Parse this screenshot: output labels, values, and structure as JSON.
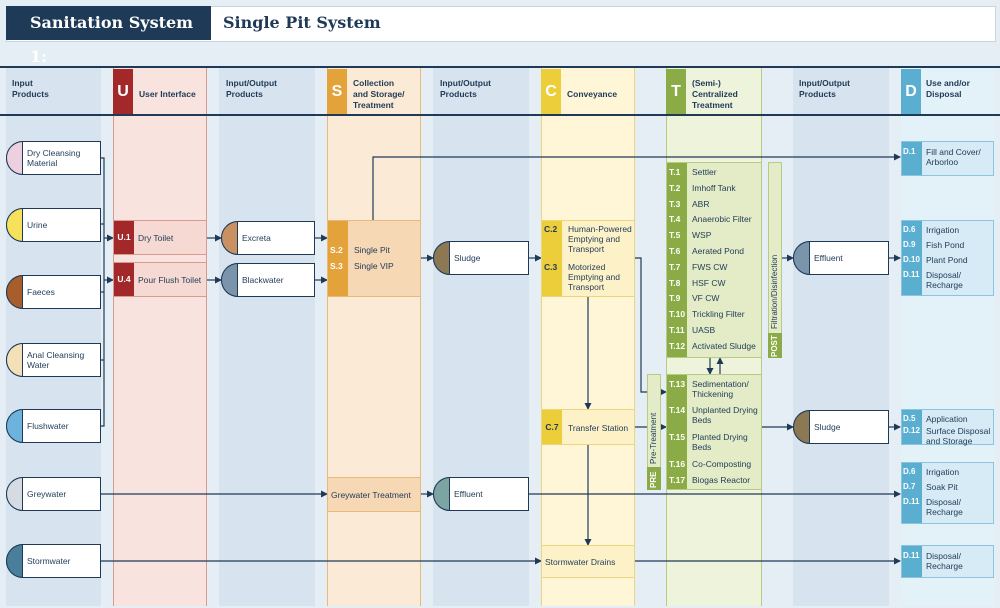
{
  "title": {
    "prefix": "Sanitation System 1:",
    "name": "Single Pit System"
  },
  "headers": {
    "input_products": [
      "Input",
      "Products"
    ],
    "u": {
      "letter": "U",
      "label": "User Interface"
    },
    "io1": [
      "Input/Output",
      "Products"
    ],
    "s": {
      "letter": "S",
      "label": [
        "Collection",
        "and Storage/",
        "Treatment"
      ]
    },
    "io2": [
      "Input/Output",
      "Products"
    ],
    "c": {
      "letter": "C",
      "label": "Conveyance"
    },
    "t": {
      "letter": "T",
      "label": [
        "(Semi-)",
        "Centralized",
        "Treatment"
      ]
    },
    "io3": [
      "Input/Output",
      "Products"
    ],
    "d": {
      "letter": "D",
      "label": [
        "Use and/or",
        "Disposal"
      ]
    }
  },
  "inputs": [
    {
      "label": [
        "Dry Cleansing",
        "Material"
      ],
      "color": "#ecd0e0"
    },
    {
      "label": [
        "Urine"
      ],
      "color": "#f5e25a"
    },
    {
      "label": [
        "Faeces"
      ],
      "color": "#a85e2a"
    },
    {
      "label": [
        "Anal Cleansing",
        "Water"
      ],
      "color": "#f3dfb8"
    },
    {
      "label": [
        "Flushwater"
      ],
      "color": "#6db3de"
    },
    {
      "label": [
        "Greywater"
      ],
      "color": "#d4dbe2"
    },
    {
      "label": [
        "Stormwater"
      ],
      "color": "#4a7f9c"
    }
  ],
  "user_interface": [
    {
      "code": "U.1",
      "label": "Dry Toilet"
    },
    {
      "code": "U.4",
      "label": "Pour Flush Toilet"
    }
  ],
  "products1": [
    {
      "label": "Excreta",
      "color": "#c99062"
    },
    {
      "label": "Blackwater",
      "color": "#7a95ab"
    }
  ],
  "storage": [
    {
      "code": "S.2",
      "label": "Single Pit"
    },
    {
      "code": "S.3",
      "label": "Single VIP"
    }
  ],
  "greywater_treatment": "Greywater Treatment",
  "products2": [
    {
      "label": "Sludge",
      "color": "#8c7853"
    },
    {
      "label": "Effluent",
      "color": "#7ba4a3"
    }
  ],
  "conveyance": [
    {
      "code": "C.2",
      "label": [
        "Human-Powered",
        "Emptying and",
        "Transport"
      ]
    },
    {
      "code": "C.3",
      "label": [
        "Motorized",
        "Emptying and",
        "Transport"
      ]
    }
  ],
  "transfer": {
    "code": "C.7",
    "label": "Transfer Station"
  },
  "stormwater_drains": "Stormwater Drains",
  "treatment_upper": [
    {
      "code": "T.1",
      "label": "Settler"
    },
    {
      "code": "T.2",
      "label": "Imhoff Tank"
    },
    {
      "code": "T.3",
      "label": "ABR"
    },
    {
      "code": "T.4",
      "label": "Anaerobic Filter"
    },
    {
      "code": "T.5",
      "label": "WSP"
    },
    {
      "code": "T.6",
      "label": "Aerated Pond"
    },
    {
      "code": "T.7",
      "label": "FWS CW"
    },
    {
      "code": "T.8",
      "label": "HSF CW"
    },
    {
      "code": "T.9",
      "label": "VF CW"
    },
    {
      "code": "T.10",
      "label": "Trickling Filter"
    },
    {
      "code": "T.11",
      "label": "UASB"
    },
    {
      "code": "T.12",
      "label": "Activated Sludge"
    }
  ],
  "treatment_lower": [
    {
      "code": "T.13",
      "label": [
        "Sedimentation/",
        "Thickening"
      ]
    },
    {
      "code": "T.14",
      "label": [
        "Unplanted Drying",
        "Beds"
      ]
    },
    {
      "code": "T.15",
      "label": [
        "Planted Drying",
        "Beds"
      ]
    },
    {
      "code": "T.16",
      "label": [
        "Co-Composting"
      ]
    },
    {
      "code": "T.17",
      "label": [
        "Biogas Reactor"
      ]
    }
  ],
  "post": {
    "tag": "POST",
    "label": "Filtration/Disinfection"
  },
  "pre": {
    "tag": "PRE",
    "label": "Pre-Treatment"
  },
  "products3": [
    {
      "label": "Effluent",
      "color": "#7a95ab"
    },
    {
      "label": "Sludge",
      "color": "#8c7853"
    }
  ],
  "disposal_groups": [
    {
      "items": [
        {
          "code": "D.1",
          "label": [
            "Fill and Cover/",
            "Arborloo"
          ]
        }
      ]
    },
    {
      "items": [
        {
          "code": "D.6",
          "label": [
            "Irrigation"
          ]
        },
        {
          "code": "D.9",
          "label": [
            "Fish Pond"
          ]
        },
        {
          "code": "D.10",
          "label": [
            "Plant Pond"
          ]
        },
        {
          "code": "D.11",
          "label": [
            "Disposal/",
            "Recharge"
          ]
        }
      ]
    },
    {
      "items": [
        {
          "code": "D.5",
          "label": [
            "Application"
          ]
        },
        {
          "code": "D.12",
          "label": [
            "Surface Disposal",
            "and Storage"
          ]
        }
      ]
    },
    {
      "items": [
        {
          "code": "D.6",
          "label": [
            "Irrigation"
          ]
        },
        {
          "code": "D.7",
          "label": [
            "Soak Pit"
          ]
        },
        {
          "code": "D.11",
          "label": [
            "Disposal/",
            "Recharge"
          ]
        }
      ]
    },
    {
      "items": [
        {
          "code": "D.11",
          "label": [
            "Disposal/",
            "Recharge"
          ]
        }
      ]
    }
  ],
  "colors": {
    "navy": "#1f3a57",
    "u_dark": "#a3282a",
    "u_light": "#f6d9d3",
    "io_band": "#d7e3ee",
    "s_dark": "#e3a33a",
    "s_light": "#f6d8b5",
    "c_dark": "#eccd3a",
    "c_light": "#fdf2c7",
    "t_dark": "#8aab45",
    "t_light": "#e4ecc7",
    "d_dark": "#5aaed0",
    "d_light": "#d6ebf5"
  }
}
